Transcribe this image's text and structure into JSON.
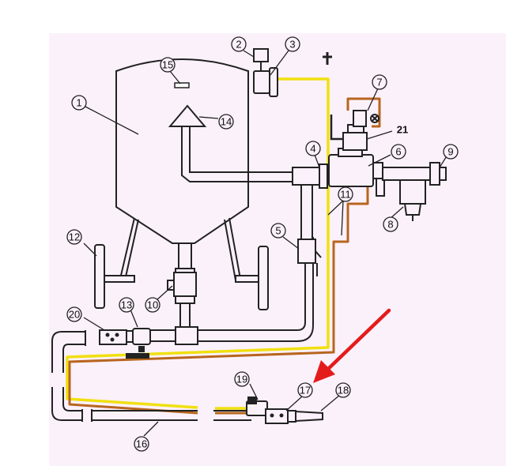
{
  "callouts": [
    {
      "id": "c1",
      "label": "1"
    },
    {
      "id": "c2",
      "label": "2"
    },
    {
      "id": "c3",
      "label": "3"
    },
    {
      "id": "c4",
      "label": "4"
    },
    {
      "id": "c5",
      "label": "5"
    },
    {
      "id": "c6",
      "label": "6"
    },
    {
      "id": "c7",
      "label": "7"
    },
    {
      "id": "c8",
      "label": "8"
    },
    {
      "id": "c9",
      "label": "9"
    },
    {
      "id": "c10",
      "label": "10"
    },
    {
      "id": "c11",
      "label": "11"
    },
    {
      "id": "c12",
      "label": "12"
    },
    {
      "id": "c13",
      "label": "13"
    },
    {
      "id": "c14",
      "label": "14"
    },
    {
      "id": "c15",
      "label": "15"
    },
    {
      "id": "c16",
      "label": "16"
    },
    {
      "id": "c17",
      "label": "17"
    },
    {
      "id": "c18",
      "label": "18"
    },
    {
      "id": "c19",
      "label": "19"
    },
    {
      "id": "c20",
      "label": "20"
    },
    {
      "id": "c21",
      "label": "21"
    }
  ],
  "colors": {
    "background": "#ffffff",
    "panel": "#fbf1fb",
    "line": "#222222",
    "air_hose": "#f0e010",
    "blast_hose": "#b8651e",
    "arrow": "#e41b1b"
  }
}
